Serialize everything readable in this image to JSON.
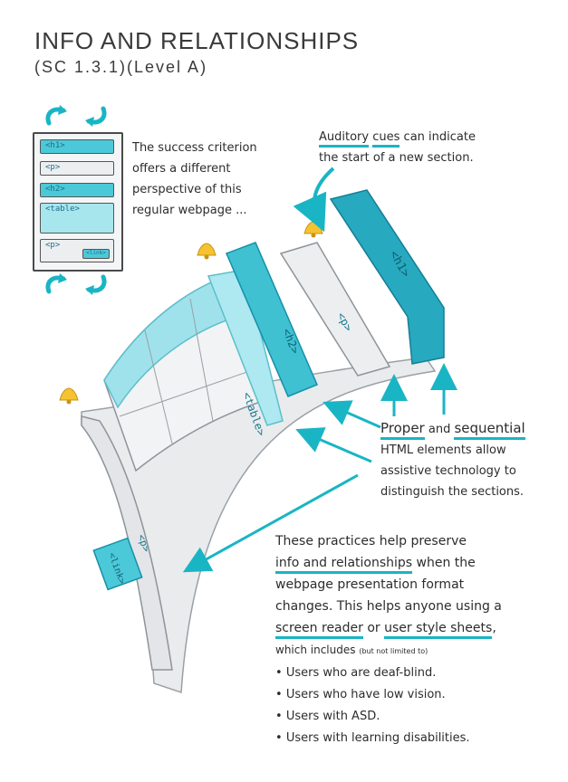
{
  "header": {
    "title": "INFO AND RELATIONSHIPS",
    "subtitle": "(SC 1.3.1)(Level A)"
  },
  "wireframe": {
    "labels": [
      "<h1>",
      "<p>",
      "<h2>",
      "<table>",
      "<p>"
    ],
    "link_label": "<link>"
  },
  "intro_text": [
    "The success criterion",
    "offers a different",
    "perspective of this",
    "regular webpage ..."
  ],
  "auditory": {
    "line1_underlined_a": "Auditory",
    "line1_underlined_b": "cues",
    "line1_rest": "can indicate",
    "line2": "the start of a new section."
  },
  "sections3d": {
    "h1": "<h1>",
    "p_top": "<p>",
    "h2": "<h2>",
    "table": "<table>",
    "p_bottom": "<p>",
    "link": "<link>"
  },
  "proper": {
    "word1": "Proper",
    "and": "and",
    "word2": "sequential",
    "line2": "HTML elements allow",
    "line3": "assistive technology to",
    "line4": "distinguish the sections."
  },
  "practices": {
    "line1": "These practices help preserve",
    "line2_ul": "info and relationships",
    "line2_rest": "when the",
    "line3": "webpage presentation format",
    "line4": "changes. This helps anyone using a",
    "line5_ul1": "screen reader",
    "line5_or": "or",
    "line5_ul2": "user style sheets",
    "line5_end": ",",
    "includes": "which includes",
    "includes_small": "(but not limited to)",
    "bullets": [
      "Users who are deaf-blind.",
      "Users who have low vision.",
      "Users with ASD.",
      "Users with learning disabilities."
    ]
  },
  "colors": {
    "teal": "#19b5c4",
    "teal_dark": "#1590a8",
    "teal_light": "#a8e6ee",
    "grey": "#eceef0",
    "bell": "#f5c232"
  }
}
